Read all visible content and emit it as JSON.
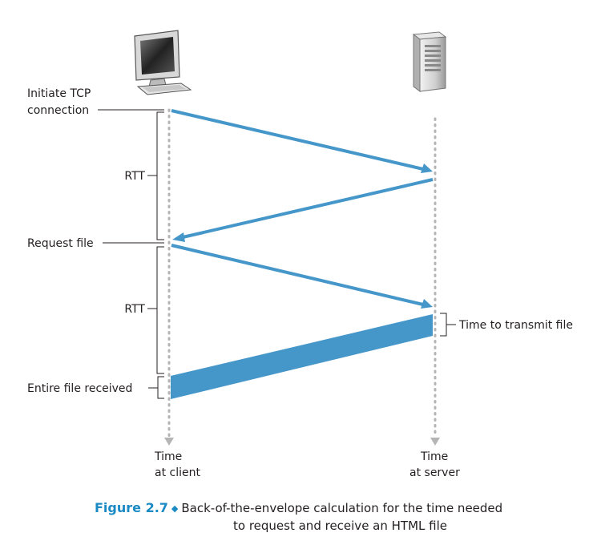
{
  "labels": {
    "initiate_line1": "Initiate TCP",
    "initiate_line2": "connection",
    "rtt_1": "RTT",
    "request_file": "Request file",
    "rtt_2": "RTT",
    "entire_file_received": "Entire file received",
    "time_to_transmit": "Time to transmit file",
    "client_time_line1": "Time",
    "client_time_line2": "at client",
    "server_time_line1": "Time",
    "server_time_line2": "at server"
  },
  "caption": {
    "figure_number": "Figure 2.7",
    "text_line1": "Back-of-the-envelope calculation for the time needed",
    "text_line2": "to request and receive an HTML file"
  },
  "icons": {
    "client": "desktop-computer-icon",
    "server": "server-tower-icon"
  },
  "colors": {
    "arrow": "#4596c9",
    "timeline": "#b5b5b5",
    "caption_accent": "#1a8ac4"
  }
}
